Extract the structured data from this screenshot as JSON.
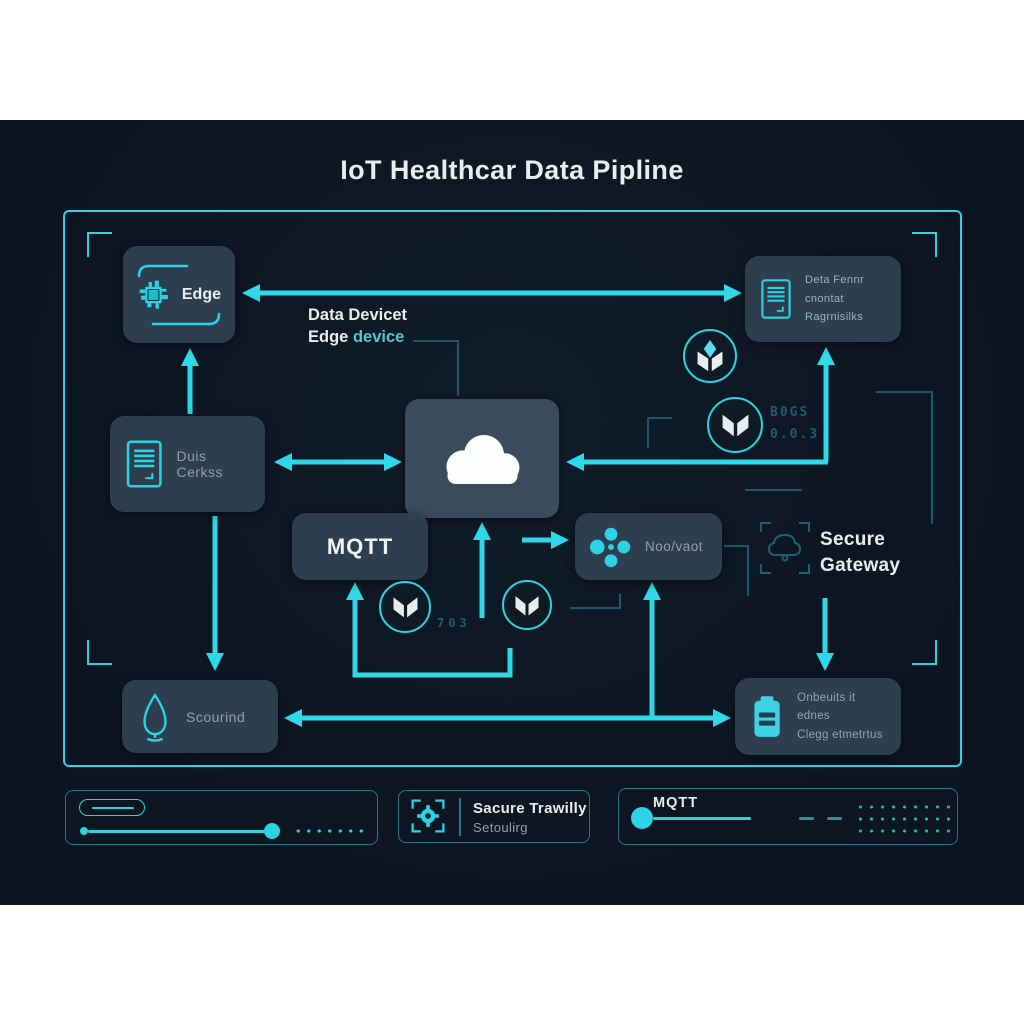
{
  "title": "IoT Healthcar Data Pipline",
  "palette": {
    "canvas": "#0c1520",
    "node_fill": "#2d3f4f",
    "accent_cyan": "#2bd3e4",
    "dim_teal": "#1e5e6f",
    "text_white": "#eaeef1",
    "text_gray": "#93a0ab"
  },
  "nodes": {
    "edge": {
      "icon": "chip-icon",
      "label": "Edge"
    },
    "data_report": {
      "icon": "document-icon",
      "lines": [
        "Deta Fennr",
        "cnontat",
        "Ragrnisilks"
      ]
    },
    "devices": {
      "icon": "document-icon",
      "label": "Duis Cerkss"
    },
    "cloud": {
      "icon": "cloud-icon"
    },
    "mqtt": {
      "label": "MQTT"
    },
    "cluster": {
      "icon": "cluster-icon",
      "label": "Noo/vaot"
    },
    "security": {
      "icon": "lock-drop-icon",
      "label": "Scourind"
    },
    "battery": {
      "icon": "battery-icon",
      "lines": [
        "Onbeuits it ednes",
        "Clegg etmetrtus"
      ]
    }
  },
  "captions": {
    "device_line1": "Data Devicet",
    "device_line2_a": "Edge ",
    "device_line2_b": "device",
    "gateway_line1": "Secure",
    "gateway_line2": "Gateway"
  },
  "badges": {
    "version_line1": "B0GS",
    "version_line2": "0.0.3",
    "number": "703",
    "icons": [
      "sprout-icon",
      "chevron-icon",
      "chevron-icon",
      "chevron-icon"
    ]
  },
  "footer": {
    "status_panel": {
      "icon": "gear-target-icon",
      "line1": "Sacure Trawilly",
      "line2": "Setoulirg"
    },
    "mqtt_panel": {
      "label": "MQTT"
    }
  },
  "connections": [
    "edge <-> data-report (top double arrow)",
    "devices -> edge (up arrow)",
    "devices <-> cloud (double arrow)",
    "elbow from data-report: up into data-report, left into cloud",
    "vertical line below cloud -> cloud (up arrow)",
    "short right arrow -> cluster",
    "U elbow -> mqtt (up arrow)",
    "bottom bus riser -> cluster (up arrow)",
    "security <-> battery (bottom double arrow)",
    "devices -> security (down arrow)",
    "secure-gateway -> battery (down arrow)"
  ]
}
